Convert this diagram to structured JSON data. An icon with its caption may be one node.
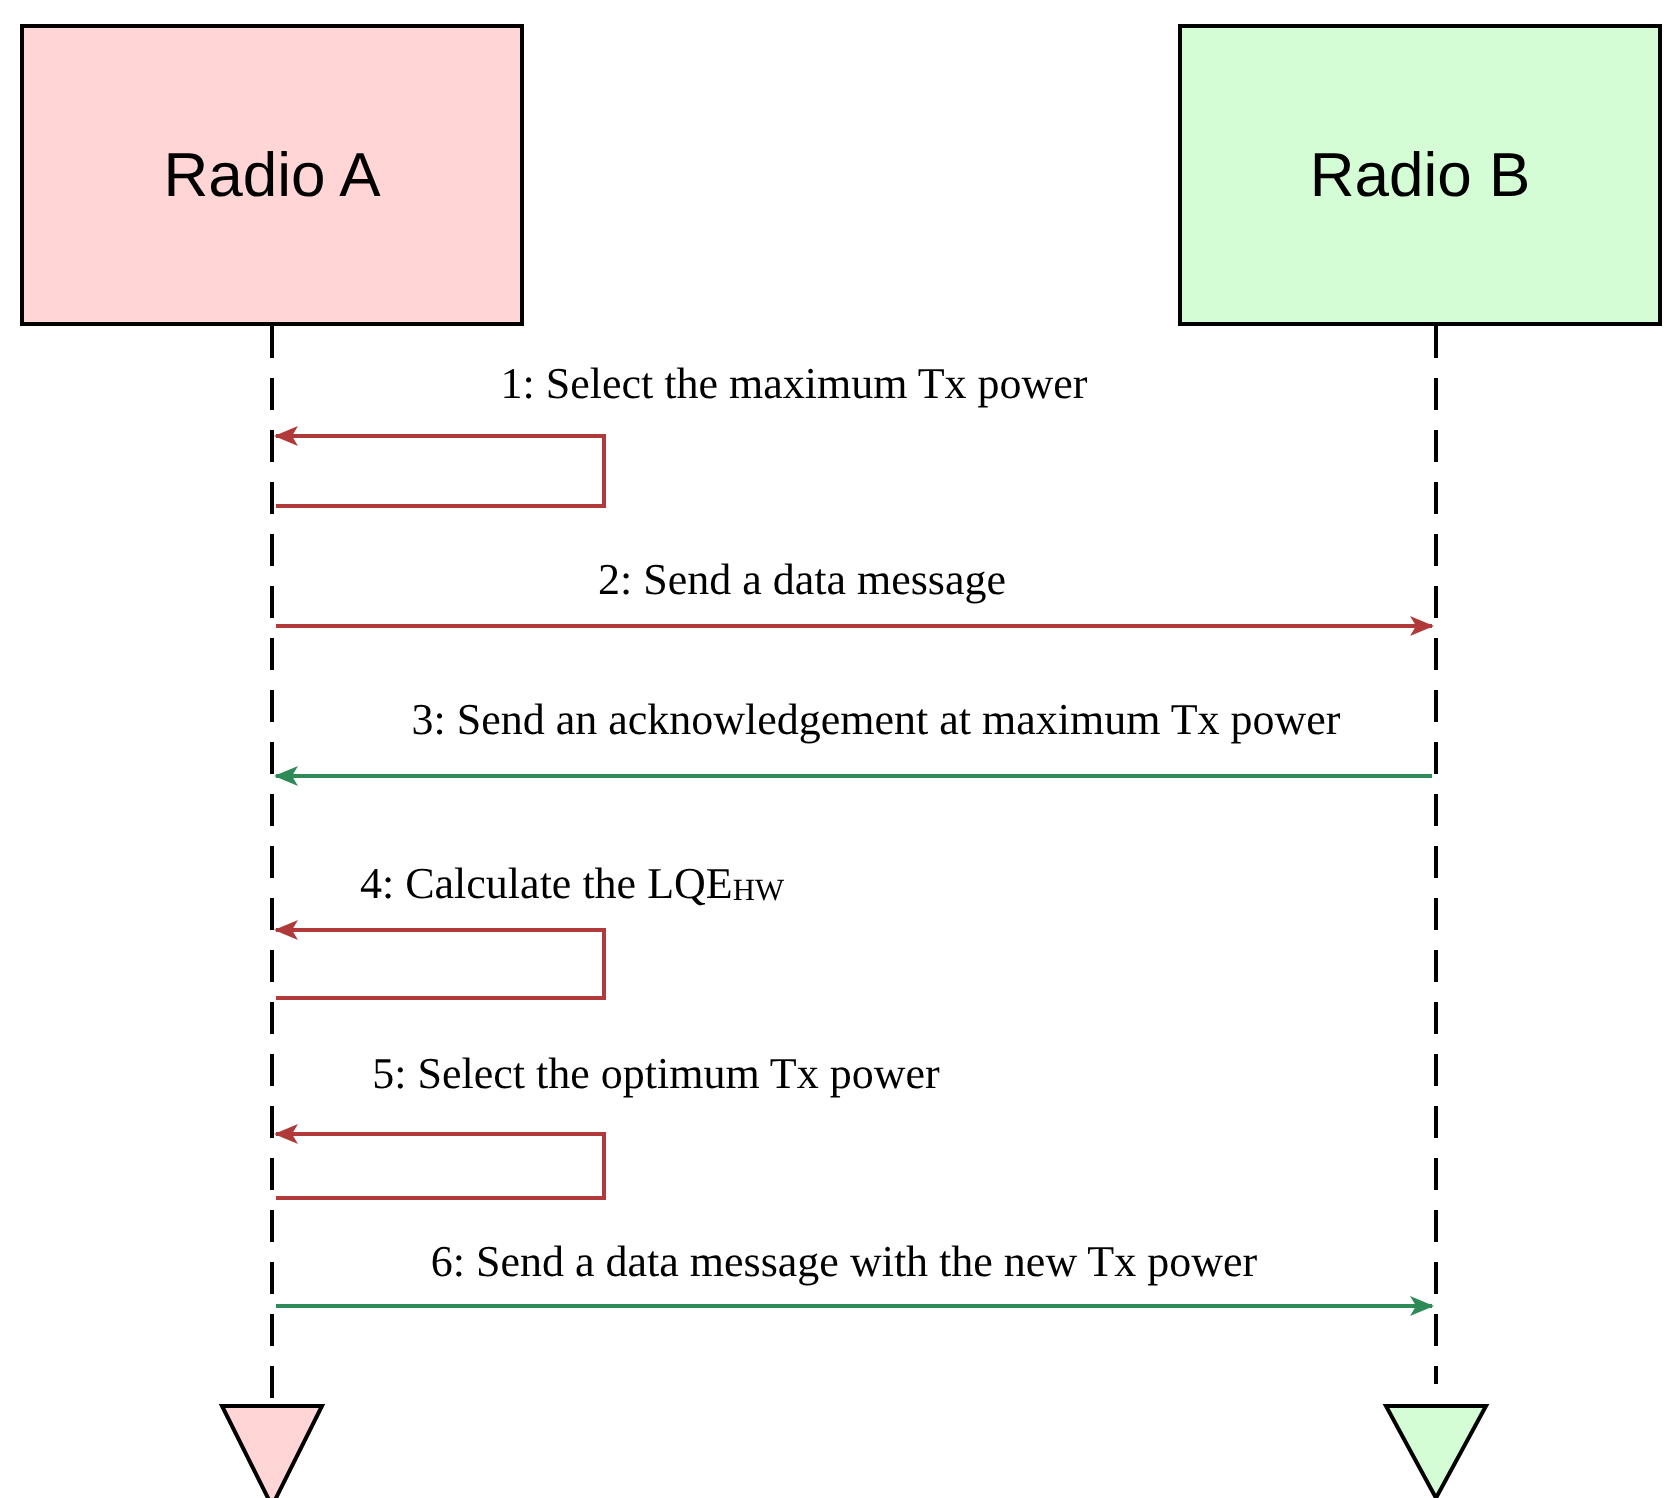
{
  "diagram": {
    "nodes": [
      {
        "text": [
          "Radio A"
        ]
      },
      {
        "text": [
          "Radio B"
        ]
      },
      {
        "text": [],
        "shape": "line"
      },
      {
        "text": [],
        "shape": "line"
      },
      {
        "text": [],
        "shape": "triangle"
      },
      {
        "text": [],
        "shape": "triangle"
      }
    ],
    "edges": [
      {
        "from": 2,
        "to": 2,
        "arrow": "to",
        "label": "1: Select the maximum Tx power",
        "color": "#b03a3a"
      },
      {
        "from": 2,
        "to": 3,
        "arrow": "to",
        "label": "2: Send a data message",
        "color": "#b03a3a"
      },
      {
        "from": 3,
        "to": 2,
        "arrow": "to",
        "label": "3: Send an acknowledgement at maximum Tx power",
        "color": "#2e8b57"
      },
      {
        "from": 2,
        "to": 2,
        "arrow": "to",
        "label": "4: Calculate the LQE$_{HW}$",
        "color": "#b03a3a"
      },
      {
        "from": 2,
        "to": 2,
        "arrow": "to",
        "label": "5: Select the optimum Tx power",
        "color": "#b03a3a"
      },
      {
        "from": 2,
        "to": 3,
        "arrow": "to",
        "label": "6: Send a data message with the new Tx power",
        "color": "#2e8b57"
      }
    ]
  }
}
